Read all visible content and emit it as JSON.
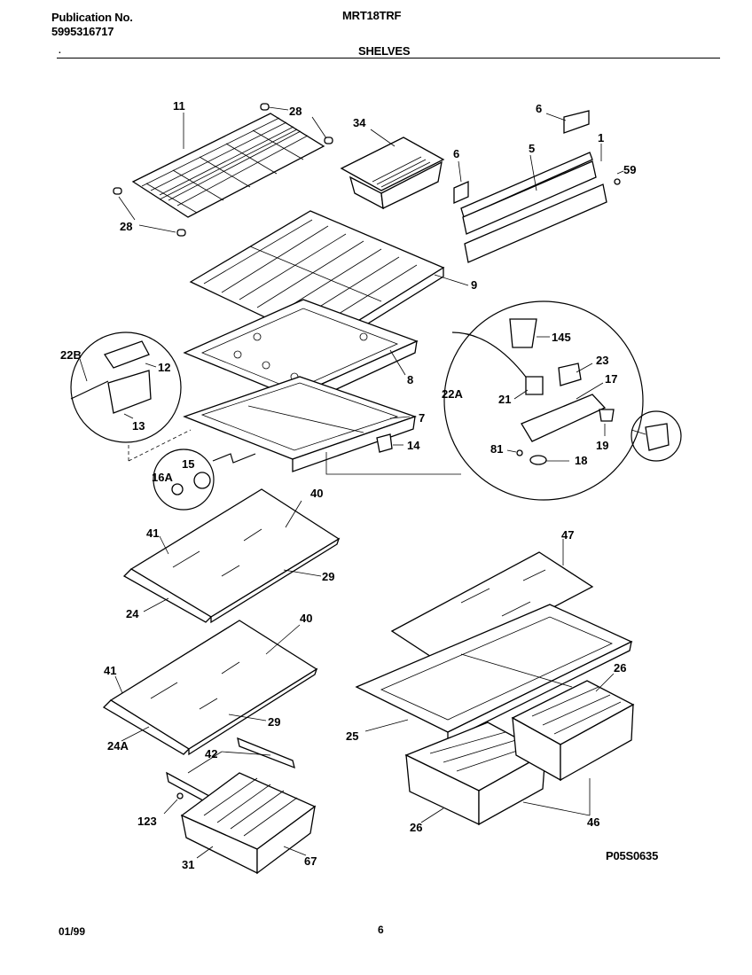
{
  "header": {
    "publication_label": "Publication No.",
    "publication_number": "5995316717",
    "model": "MRT18TRF",
    "section_title": "SHELVES",
    "dot": "."
  },
  "footer": {
    "date": "01/99",
    "page": "6",
    "diagram_code": "P05S0635"
  },
  "callouts": {
    "c11": "11",
    "c28a": "28",
    "c28b": "28",
    "c34": "34",
    "c6a": "6",
    "c6b": "6",
    "c5": "5",
    "c1": "1",
    "c59": "59",
    "c9": "9",
    "c22B": "22B",
    "c12": "12",
    "c13": "13",
    "c8": "8",
    "c7": "7",
    "c14": "14",
    "c15": "15",
    "c16A": "16A",
    "c145": "145",
    "c23": "23",
    "c22A": "22A",
    "c21": "21",
    "c17": "17",
    "c81": "81",
    "c18": "18",
    "c19": "19",
    "c40a": "40",
    "c41a": "41",
    "c29a": "29",
    "c24": "24",
    "c40b": "40",
    "c41b": "41",
    "c29b": "29",
    "c24A": "24A",
    "c42": "42",
    "c123": "123",
    "c31": "31",
    "c67": "67",
    "c47": "47",
    "c26a": "26",
    "c25": "25",
    "c26b": "26",
    "c46": "46"
  }
}
